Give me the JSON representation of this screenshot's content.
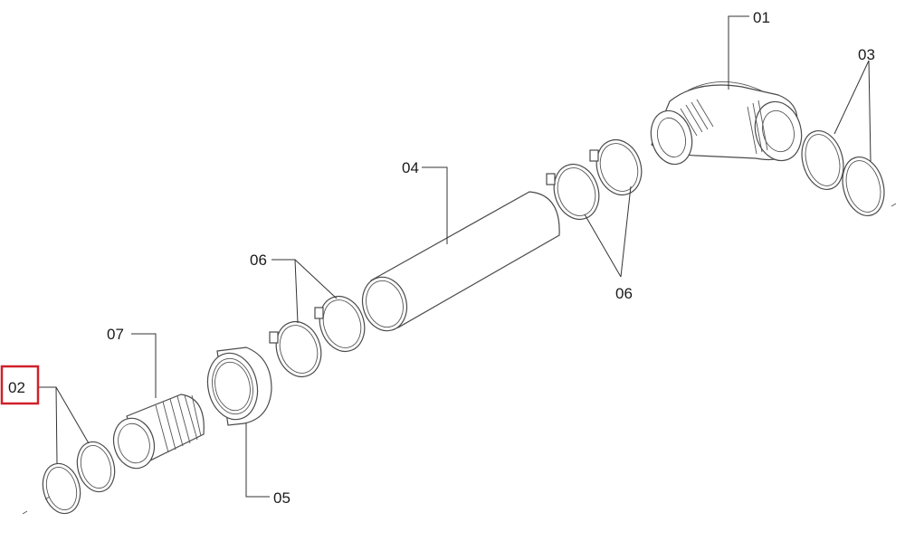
{
  "diagram": {
    "callouts": {
      "p01": "01",
      "p02": "02",
      "p03": "03",
      "p04": "04",
      "p05": "05",
      "p06a": "06",
      "p06b": "06",
      "p07": "07"
    },
    "highlighted_callout": "02",
    "highlight_color": "#d0202a"
  }
}
